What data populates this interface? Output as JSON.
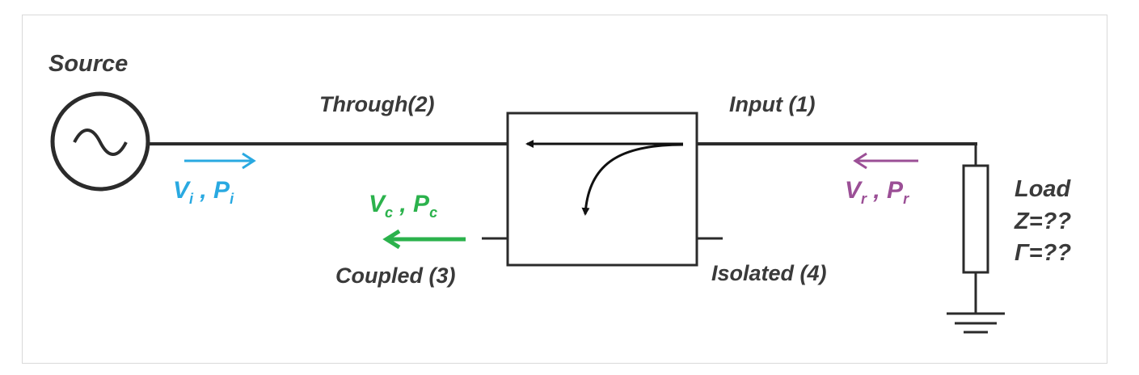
{
  "labels": {
    "source": "Source",
    "through": "Through(2)",
    "input": "Input (1)",
    "coupled": "Coupled (3)",
    "isolated": "Isolated (4)",
    "load": "Load",
    "impedance": "Z=??",
    "gamma": "Γ=??"
  },
  "incident": {
    "v": "V",
    "v_sub": "i",
    "sep": " , ",
    "p": "P",
    "p_sub": "i"
  },
  "coupled_wave": {
    "v": "V",
    "v_sub": "c",
    "sep": " , ",
    "p": "P",
    "p_sub": "c"
  },
  "reflected": {
    "v": "V",
    "v_sub": "r",
    "sep": " , ",
    "p": "P",
    "p_sub": "r"
  },
  "colors": {
    "incident": "#29a9e1",
    "coupled": "#2bb24c",
    "reflected": "#9b4f96",
    "line": "#2b2b2b",
    "text": "#3a3a3a"
  },
  "icons": {
    "source": "ac-source-icon",
    "ground": "ground-icon",
    "load": "resistor-icon",
    "coupler": "directional-coupler-icon"
  }
}
